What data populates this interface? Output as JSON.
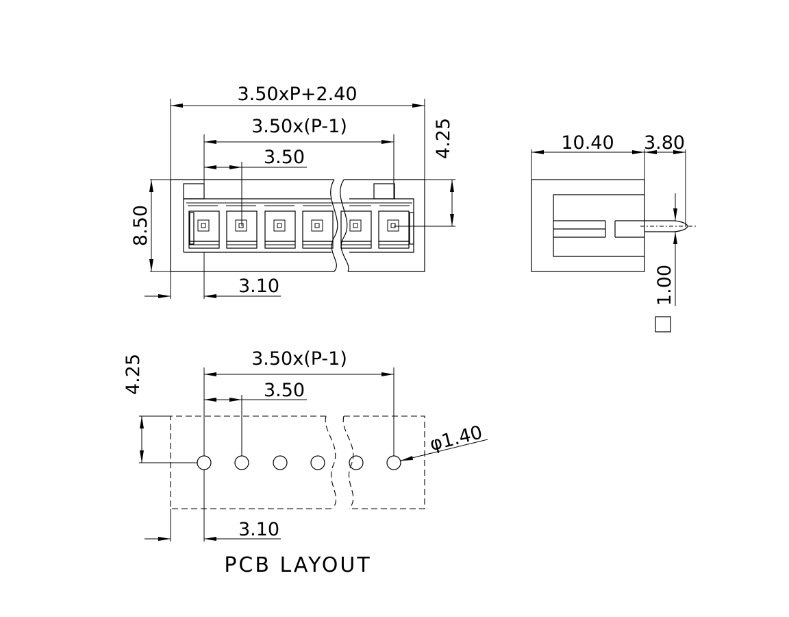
{
  "front_view": {
    "overall_width_label": "3.50xP+2.40",
    "pitch_span_label": "3.50x(P-1)",
    "pitch_label": "3.50",
    "height_label": "8.50",
    "pin_offset_vertical_label": "4.25",
    "first_pin_offset_label": "3.10"
  },
  "side_view": {
    "body_depth_label": "10.40",
    "pin_length_label": "3.80",
    "pin_size_label": "1.00"
  },
  "pcb_layout": {
    "pitch_span_label": "3.50x(P-1)",
    "pitch_label": "3.50",
    "hole_diameter_label": "φ1.40",
    "pin_offset_vertical_label": "4.25",
    "first_pin_offset_label": "3.10",
    "title": "PCB LAYOUT"
  },
  "colors": {
    "line": "#000000",
    "background": "#ffffff"
  }
}
